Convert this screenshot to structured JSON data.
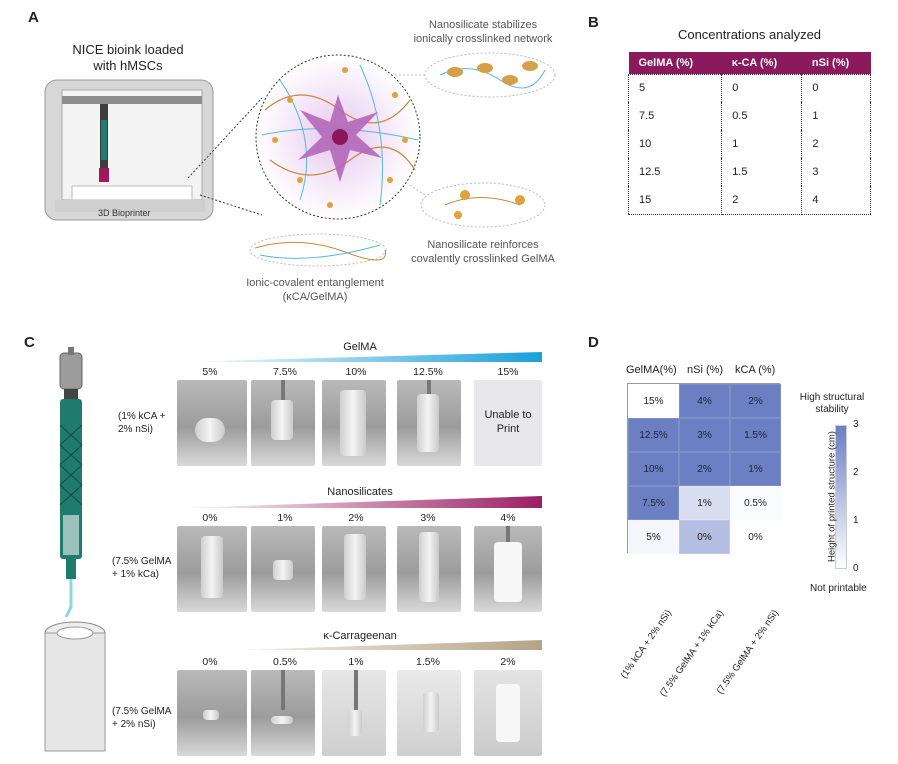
{
  "panels": {
    "a": "A",
    "b": "B",
    "c": "C",
    "d": "D"
  },
  "panelA": {
    "printer_title": "NICE bioink loaded\nwith hMSCs",
    "printer_label": "3D Bioprinter",
    "callout_top": "Nanosilicate stabilizes\nionically crosslinked network",
    "callout_right": "Nanosilicate reinforces\ncovalently crosslinked GelMA",
    "callout_bottom": "Ionic-covalent entanglement\n(κCA/GelMA)"
  },
  "panelB": {
    "title": "Concentrations analyzed",
    "headers": [
      "GelMA (%)",
      "κ-CA (%)",
      "nSi (%)"
    ],
    "rows": [
      [
        "5",
        "0",
        "0"
      ],
      [
        "7.5",
        "0.5",
        "1"
      ],
      [
        "10",
        "1",
        "2"
      ],
      [
        "12.5",
        "1.5",
        "3"
      ],
      [
        "15",
        "2",
        "4"
      ]
    ]
  },
  "panelC": {
    "ramps": [
      {
        "label": "GelMA",
        "color": "#1aa0d8",
        "row_label": "(1% kCA +\n2% nSi)",
        "values": [
          "5%",
          "7.5%",
          "10%",
          "12.5%",
          "15%"
        ],
        "unable": "Unable to\nPrint"
      },
      {
        "label": "Nanosilicates",
        "color": "#9b1f64",
        "row_label": "(7.5% GelMA\n+ 1% kCa)",
        "values": [
          "0%",
          "1%",
          "2%",
          "3%",
          "4%"
        ]
      },
      {
        "label": "κ-Carrageenan",
        "color": "#b5a387",
        "row_label": "(7.5% GelMA\n+ 2% nSi)",
        "values": [
          "0%",
          "0.5%",
          "1%",
          "1.5%",
          "2%"
        ]
      }
    ]
  },
  "panelD": {
    "col_headers": [
      "GelMA(%)",
      "nSi (%)",
      "kCA (%)"
    ],
    "cells": [
      [
        "15%",
        "4%",
        "2%"
      ],
      [
        "12.5%",
        "3%",
        "1.5%"
      ],
      [
        "10%",
        "2%",
        "1%"
      ],
      [
        "7.5%",
        "1%",
        "0.5%"
      ],
      [
        "5%",
        "0%",
        "0%"
      ]
    ],
    "bottom_labels": [
      "(1% kCA + 2% nSi)",
      "(7.5% GelMA + 1% kCa)",
      "(7.5% GelMA + 2% nSi)"
    ],
    "colorbar_top": "High structural\nstability",
    "colorbar_bottom": "Not printable",
    "colorbar_axis": "Height of printed structure (cm)",
    "colorbar_ticks": [
      "3",
      "2",
      "1",
      "0"
    ]
  },
  "chart_data": {
    "type": "heatmap",
    "title": "",
    "columns": [
      "GelMA(%)",
      "nSi (%)",
      "kCA (%)"
    ],
    "row_labels": [
      [
        "15%",
        "4%",
        "2%"
      ],
      [
        "12.5%",
        "3%",
        "1.5%"
      ],
      [
        "10%",
        "2%",
        "1%"
      ],
      [
        "7.5%",
        "1%",
        "0.5%"
      ],
      [
        "5%",
        "0%",
        "0%"
      ]
    ],
    "values": [
      [
        0,
        3,
        3
      ],
      [
        3,
        3,
        3
      ],
      [
        3,
        3,
        3
      ],
      [
        3,
        0.8,
        0.1
      ],
      [
        0.2,
        1.5,
        0
      ]
    ],
    "colorbar_range": [
      0,
      3
    ],
    "colorbar_label": "Height of printed structure (cm)",
    "low_color": "#ffffff",
    "high_color": "#6b7fc2"
  }
}
